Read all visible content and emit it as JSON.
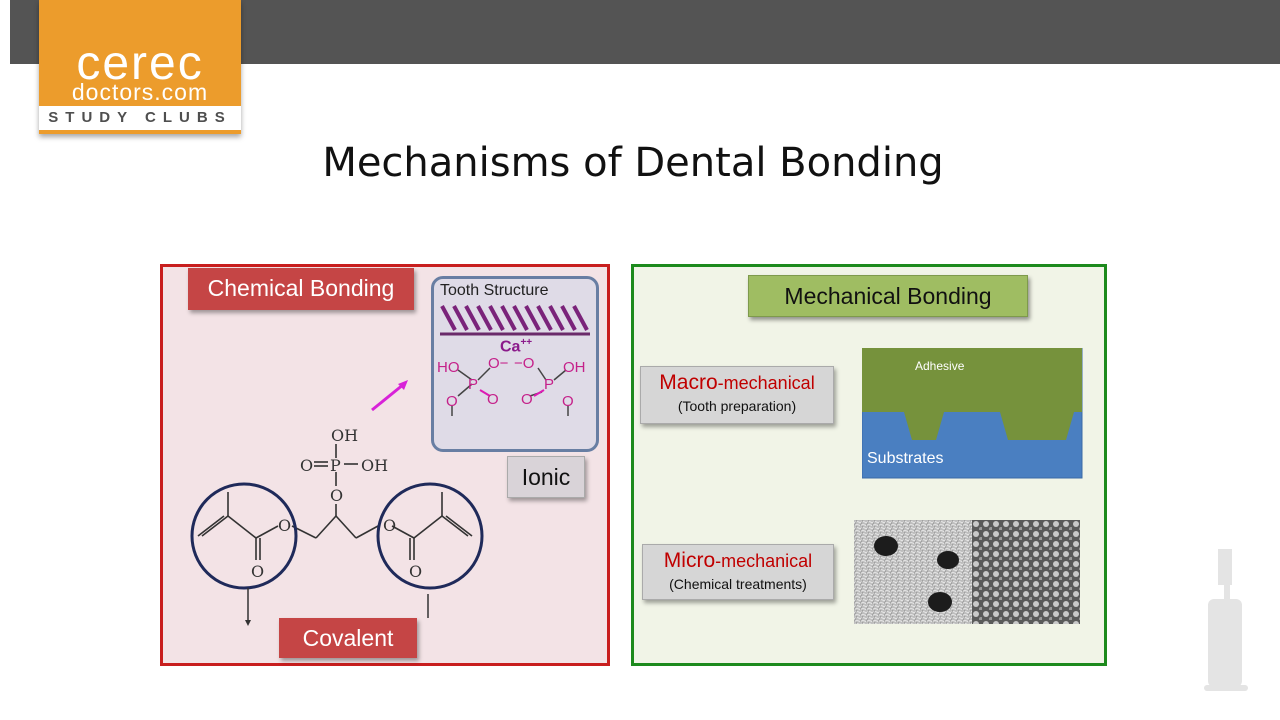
{
  "logo": {
    "line1": "cerec",
    "line2": "doctors.com",
    "line3": "STUDY CLUBS"
  },
  "title": "Mechanisms of Dental Bonding",
  "chemical": {
    "label": "Chemical Bonding",
    "tooth_structure": "Tooth Structure",
    "ca": "Ca",
    "ca_charge": "++",
    "ionic": "Ionic",
    "covalent": "Covalent",
    "atoms": {
      "ho": "HO",
      "oh": "OH",
      "o_minus_left": "O−",
      "o_minus_right": "−O",
      "p": "P",
      "o": "O"
    },
    "molecule": {
      "oh_top": "OH",
      "o_eq": "O",
      "p": "P",
      "oh_right": "OH",
      "o_mid": "O",
      "o_left": "O",
      "o_right": "O",
      "o_bottom_left": "O",
      "o_bottom_right": "O"
    }
  },
  "mechanical": {
    "label": "Mechanical Bonding",
    "macro": {
      "big": "Macro",
      "rest": "-mechanical",
      "sub": "(Tooth preparation)"
    },
    "micro": {
      "big": "Micro",
      "rest": "-mechanical",
      "sub": "(Chemical treatments)"
    },
    "adhesive": "Adhesive",
    "substrates": "Substrates"
  },
  "colors": {
    "chem_border": "#c81e1e",
    "mech_border": "#1d8a1d",
    "adhesive": "#76923c",
    "substrate": "#4a7fc1",
    "logo": "#ec9c2c"
  }
}
